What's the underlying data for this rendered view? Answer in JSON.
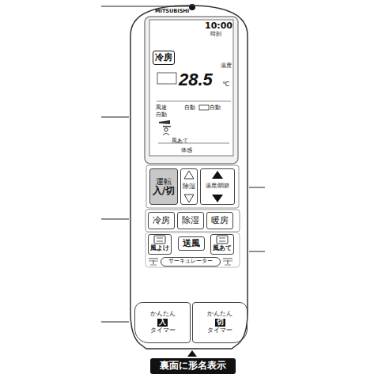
{
  "diagram": {
    "nodes": [
      {
        "text": [
          "MITSUBISHI"
        ]
      },
      {
        "text": [
          "10:00",
          "時刻",
          "温度",
          "28.5",
          "℃",
          "風速",
          "自動",
          "自動",
          "自動",
          "風あて",
          "体感"
        ],
        "in": 0
      },
      {
        "text": [
          "冷房"
        ],
        "in": 1
      },
      {
        "text": [
          "運転",
          "入/切"
        ],
        "in": 0
      },
      {
        "text": [
          "除湿"
        ],
        "in": 0
      },
      {
        "text": [
          "温度/調節"
        ],
        "in": 0
      },
      {
        "text": [
          "冷房"
        ],
        "in": 0
      },
      {
        "text": [
          "除湿"
        ],
        "in": 0
      },
      {
        "text": [
          "暖房"
        ],
        "in": 0
      },
      {
        "text": [
          "風よけ"
        ],
        "in": 0
      },
      {
        "text": [
          "送風"
        ],
        "in": 0
      },
      {
        "text": [
          "風あて"
        ],
        "in": 0
      },
      {
        "text": [
          "サーキュレーター"
        ],
        "in": 0
      },
      {
        "text": [
          "かんたん",
          "入",
          "タイマー"
        ],
        "in": 0
      },
      {
        "text": [
          "かんたん",
          "切",
          "タイマー"
        ],
        "in": 0
      },
      {
        "text": [
          "裏面に形名表示"
        ]
      }
    ]
  }
}
